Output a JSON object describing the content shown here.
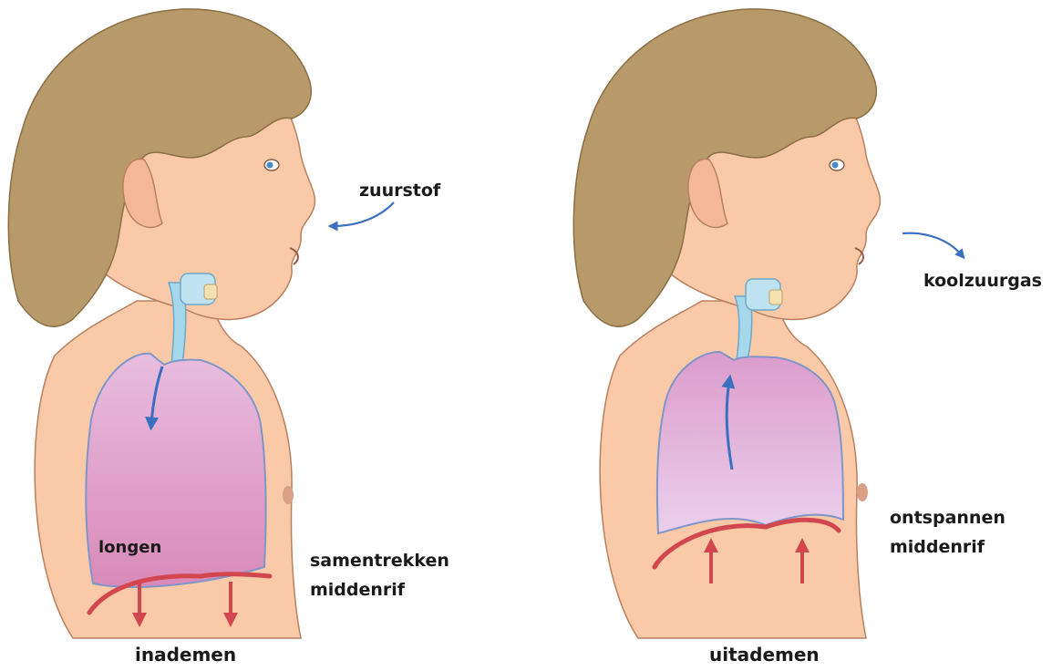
{
  "panels": [
    {
      "id": "inhale",
      "caption": "inademen",
      "gas_label": "zuurstof",
      "organ_label": "longen",
      "diaphragm_label": [
        "samentrekken",
        "middenrif"
      ],
      "airflow": "in",
      "diaphragm_motion": "down"
    },
    {
      "id": "exhale",
      "caption": "uitademen",
      "gas_label": "koolzuurgas",
      "diaphragm_label": [
        "ontspannen",
        "middenrif"
      ],
      "airflow": "out",
      "diaphragm_motion": "up"
    }
  ],
  "colors": {
    "skin": "#f9c9a8",
    "skin_outline": "#b9805f",
    "hair": "#b89a6a",
    "hair_dark": "#8a6f45",
    "lung_top": "#e8bde0",
    "lung_bottom": "#d98ab8",
    "lung_outline": "#7f96c8",
    "trachea": "#a6d8ec",
    "airflow_arrow": "#3b6fc0",
    "diaphragm": "#d2474f"
  }
}
